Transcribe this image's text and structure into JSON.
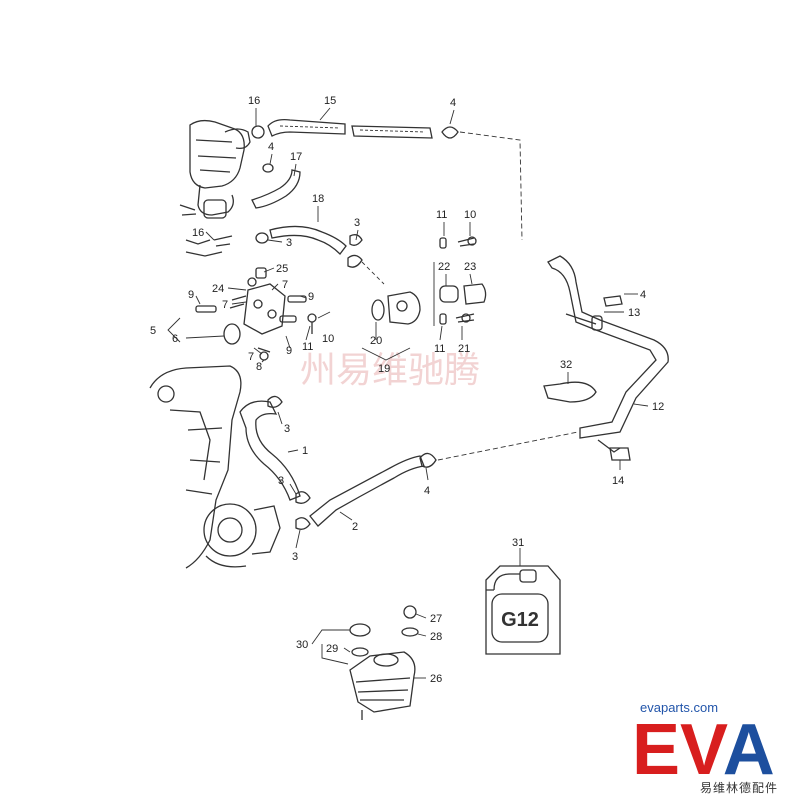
{
  "diagram": {
    "watermark": "州易维驰腾",
    "brand": {
      "url": "evaparts.com",
      "logo_text": "EVA",
      "subtitle": "易维林德配件",
      "color_red": "#d81e1e",
      "color_blue": "#1d4f9e"
    },
    "canister_label": "G12",
    "callouts": [
      {
        "id": "c16a",
        "text": "16"
      },
      {
        "id": "c15",
        "text": "15"
      },
      {
        "id": "c4a",
        "text": "4"
      },
      {
        "id": "c4b",
        "text": "4"
      },
      {
        "id": "c17",
        "text": "17"
      },
      {
        "id": "c18",
        "text": "18"
      },
      {
        "id": "c3a",
        "text": "3"
      },
      {
        "id": "c16b",
        "text": "16"
      },
      {
        "id": "c3b",
        "text": "3"
      },
      {
        "id": "c11a",
        "text": "11"
      },
      {
        "id": "c10a",
        "text": "10"
      },
      {
        "id": "c22",
        "text": "22"
      },
      {
        "id": "c23",
        "text": "23"
      },
      {
        "id": "c25",
        "text": "25"
      },
      {
        "id": "c24",
        "text": "24"
      },
      {
        "id": "c7a",
        "text": "7"
      },
      {
        "id": "c7b",
        "text": "7"
      },
      {
        "id": "c9a",
        "text": "9"
      },
      {
        "id": "c9b",
        "text": "9"
      },
      {
        "id": "c9c",
        "text": "9"
      },
      {
        "id": "c5",
        "text": "5"
      },
      {
        "id": "c6",
        "text": "6"
      },
      {
        "id": "c10b",
        "text": "10"
      },
      {
        "id": "c11b",
        "text": "11"
      },
      {
        "id": "c20",
        "text": "20"
      },
      {
        "id": "c19",
        "text": "19"
      },
      {
        "id": "c11c",
        "text": "11"
      },
      {
        "id": "c21",
        "text": "21"
      },
      {
        "id": "c7c",
        "text": "7"
      },
      {
        "id": "c8",
        "text": "8"
      },
      {
        "id": "c4c",
        "text": "4"
      },
      {
        "id": "c13",
        "text": "13"
      },
      {
        "id": "c32",
        "text": "32"
      },
      {
        "id": "c12",
        "text": "12"
      },
      {
        "id": "c3c",
        "text": "3"
      },
      {
        "id": "c1",
        "text": "1"
      },
      {
        "id": "c4d",
        "text": "4"
      },
      {
        "id": "c14",
        "text": "14"
      },
      {
        "id": "c3d",
        "text": "3"
      },
      {
        "id": "c2",
        "text": "2"
      },
      {
        "id": "c3e",
        "text": "3"
      },
      {
        "id": "c31",
        "text": "31"
      },
      {
        "id": "c27",
        "text": "27"
      },
      {
        "id": "c28",
        "text": "28"
      },
      {
        "id": "c30",
        "text": "30"
      },
      {
        "id": "c29",
        "text": "29"
      },
      {
        "id": "c26",
        "text": "26"
      }
    ]
  }
}
